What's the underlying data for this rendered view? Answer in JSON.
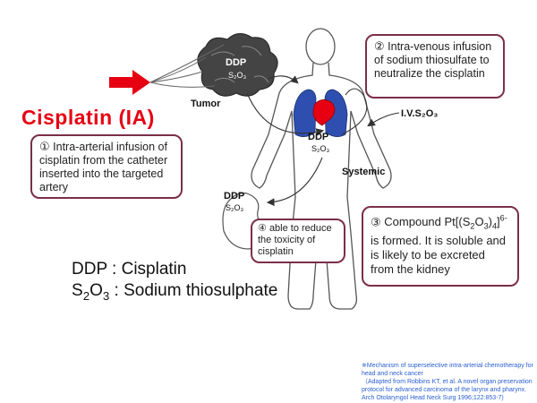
{
  "title": "Cisplatin (IA)",
  "labels": {
    "tumor": "Tumor",
    "tumor_ddp": "DDP",
    "tumor_s2o3": "S₂O₃",
    "body_ddp": "DDP",
    "body_s2o3": "S₂O₃",
    "kidney_ddp": "DDP",
    "kidney_s2o3": "S₂O₃",
    "iv": "I.V.S₂O₃",
    "systemic": "Systemic"
  },
  "boxes": {
    "box1": {
      "num": "①",
      "text": "Intra-arterial infusion of cisplatin from the catheter inserted into the targeted artery"
    },
    "box2": {
      "num": "②",
      "text": "Intra-venous infusion of sodium thiosulfate  to neutralize the cisplatin"
    },
    "box3": {
      "num": "③",
      "pre": "Compound Pt[(S",
      "sub1": "2",
      "mid1": "O",
      "sub2": "3",
      "mid2": ")",
      "sub3": "4",
      "mid3": "]",
      "sup": "6-",
      "post": "is formed. It is soluble and is likely to be excreted from the kidney"
    },
    "box4": {
      "num": "④",
      "text": "able to reduce the toxicity of cisplatin"
    }
  },
  "legend": {
    "ddp": "DDP : Cisplatin",
    "s2o3_pre": "S",
    "s2o3_sub1": "2",
    "s2o3_mid": "O",
    "s2o3_sub2": "3",
    "s2o3_post": " : Sodium thiosulphate"
  },
  "citation": {
    "line1": "※Mechanism of superselective intra-arterial chemotherapy for head and neck cancer",
    "line2": "（Adapted from  Robbins KT, et al. A novel organ preservation protocol for advanced carcinoma of the larynx and pharynx. Arch Otolaryngol Head Neck Surg 1996;122:853-7)"
  },
  "colors": {
    "title": "#e60012",
    "arrow": "#e60012",
    "box_border": "#7a2f48",
    "lungs": "#2f4fb0",
    "heart": "#e60012",
    "citation": "#2a5fd1"
  }
}
